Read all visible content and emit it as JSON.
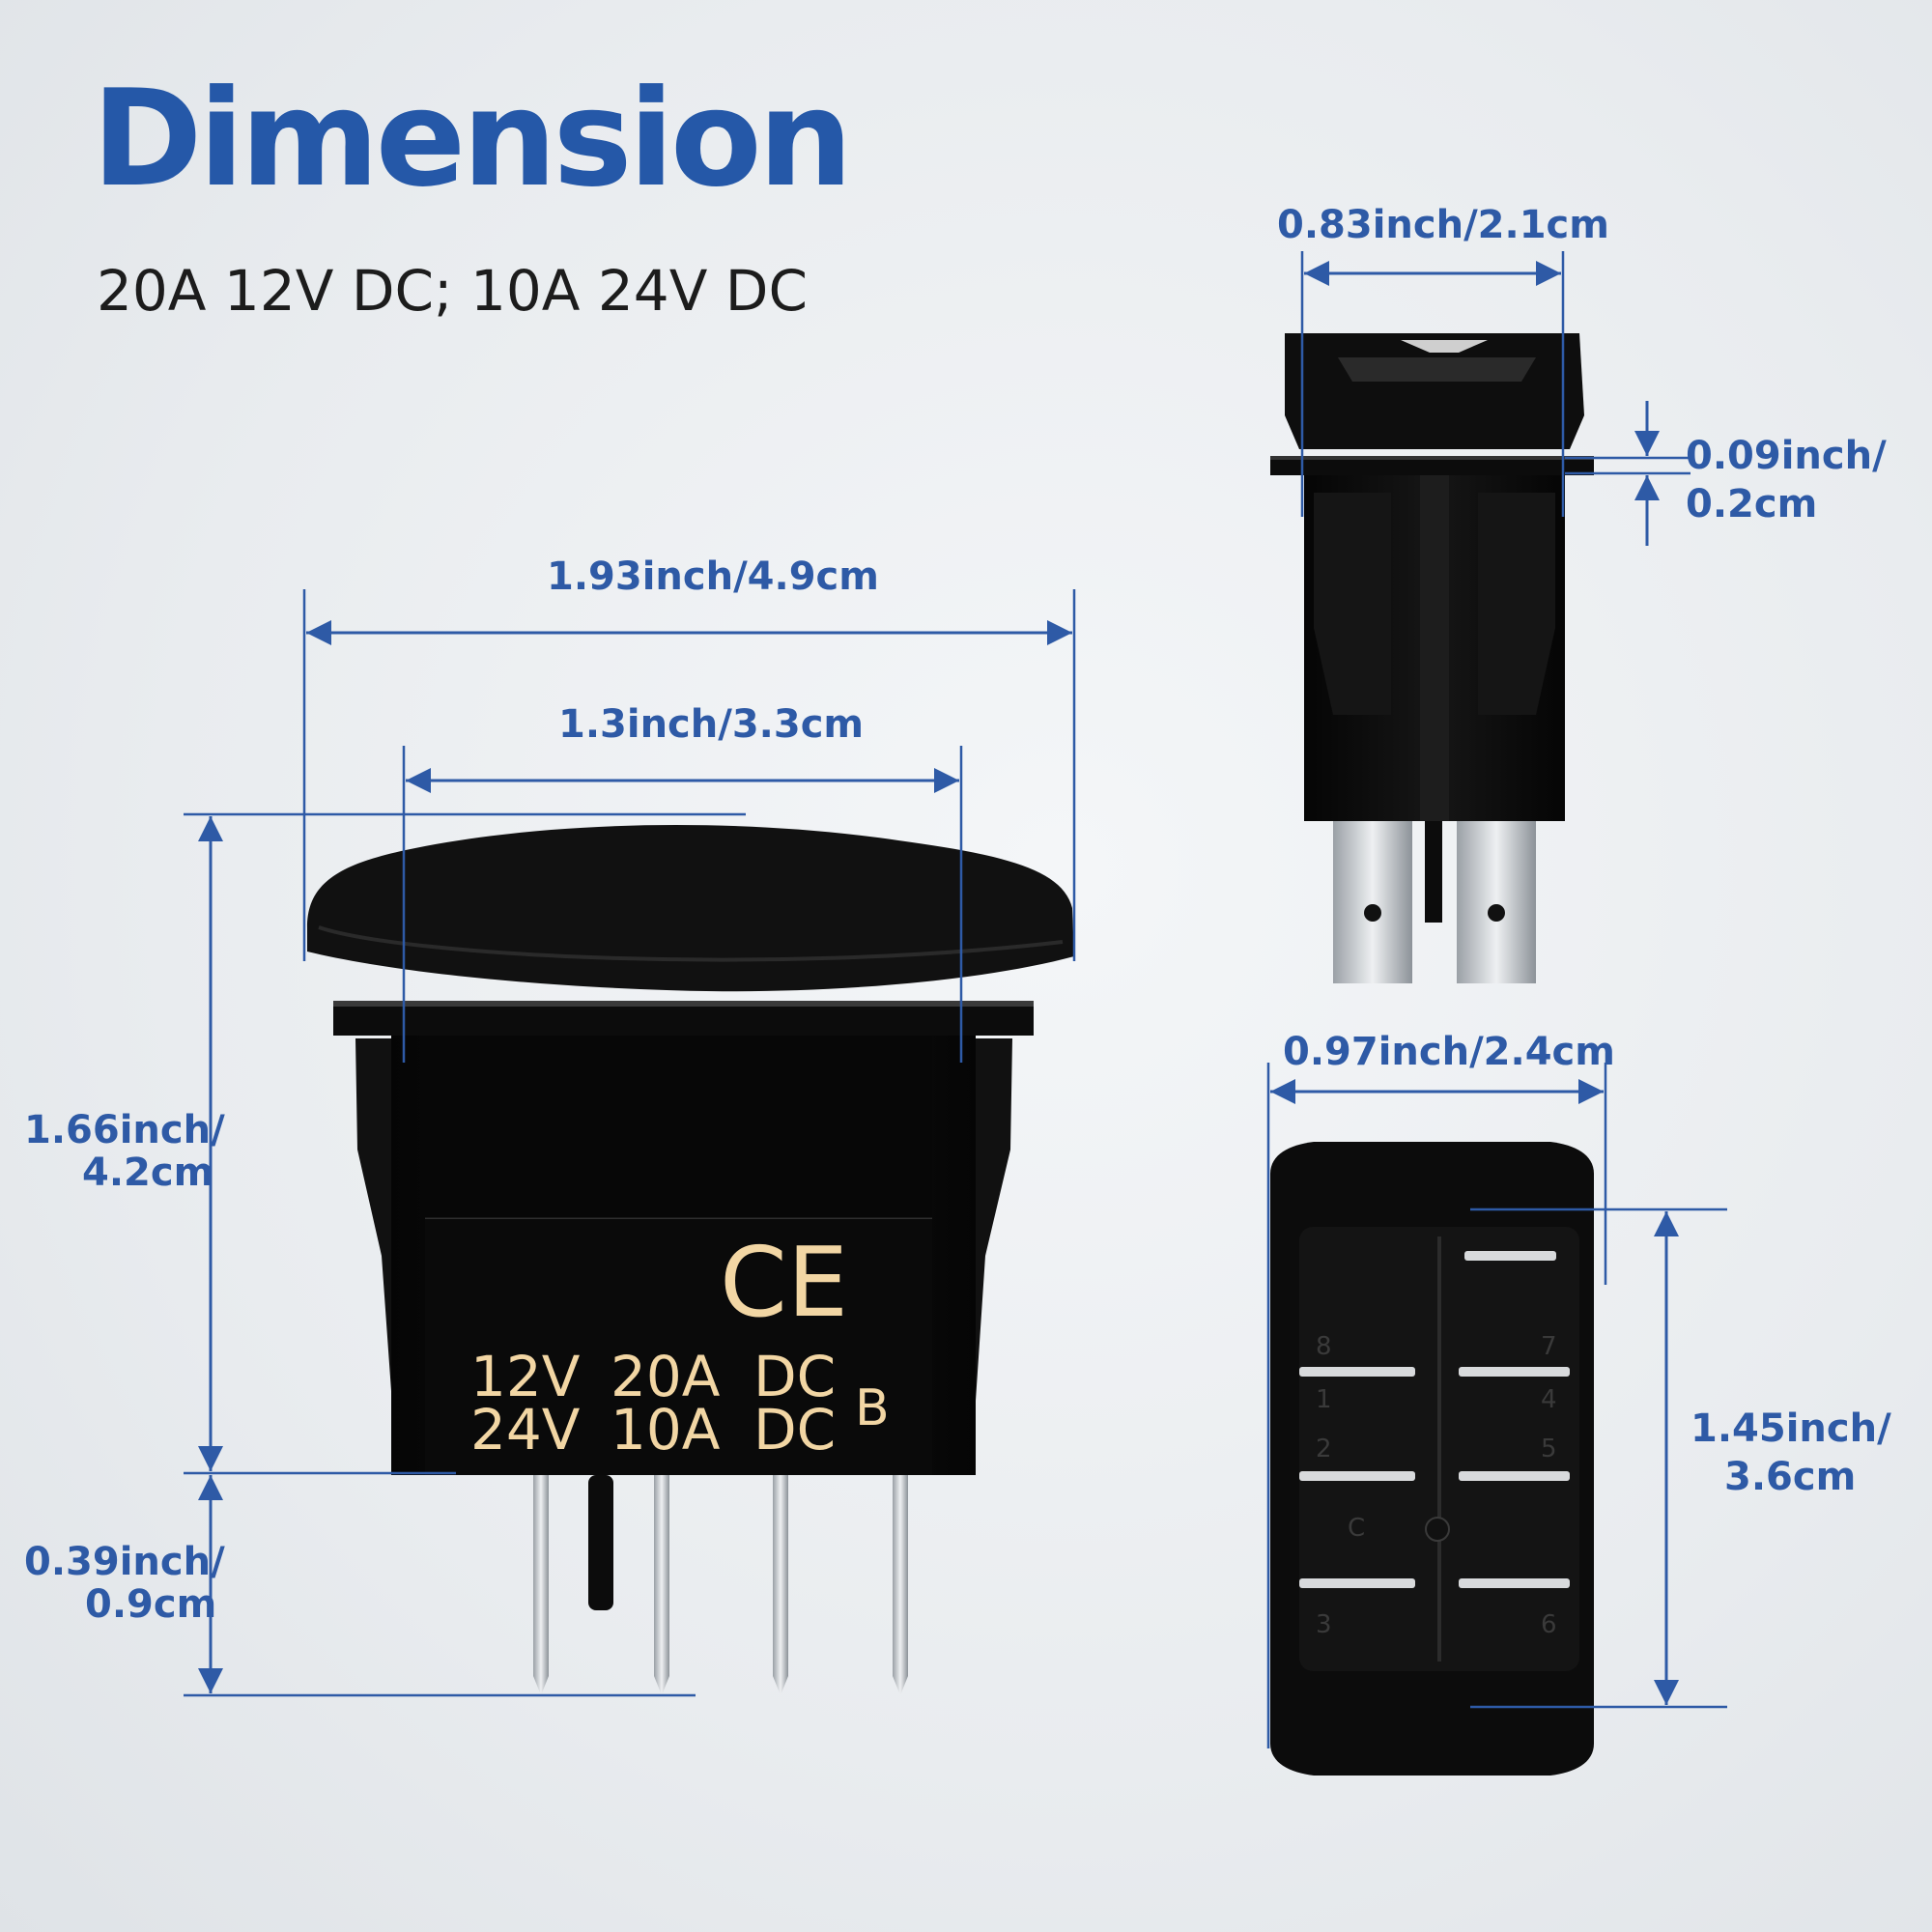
{
  "header": {
    "title": "Dimension",
    "subtitle": "20A 12V DC; 10A 24V DC"
  },
  "dimensions": {
    "overall_width": "1.93inch/4.9cm",
    "body_width": "1.3inch/3.3cm",
    "body_height_line1": "1.66inch/",
    "body_height_line2": "4.2cm",
    "pin_length_line1": "0.39inch/",
    "pin_length_line2": "0.9cm",
    "side_width": "0.83inch/2.1cm",
    "panel_thickness_line1": "0.09inch/",
    "panel_thickness_line2": "0.2cm",
    "bottom_width": "0.97inch/2.4cm",
    "bottom_height_line1": "1.45inch/",
    "bottom_height_line2": "3.6cm"
  },
  "switch_markings": {
    "ce": "CE",
    "row1": [
      "12V",
      "20A",
      "DC"
    ],
    "row2": [
      "24V",
      "10A",
      "DC"
    ],
    "variant": "B"
  },
  "bottom_view": {
    "pin_labels": [
      "8",
      "7",
      "1",
      "4",
      "2",
      "5",
      "C",
      "3",
      "6"
    ]
  },
  "colors": {
    "dimension_blue": "#2e5aa6",
    "title_blue": "#2558a8",
    "marking_gold": "#f2d6a4",
    "switch_black": "#0e0e0e"
  }
}
